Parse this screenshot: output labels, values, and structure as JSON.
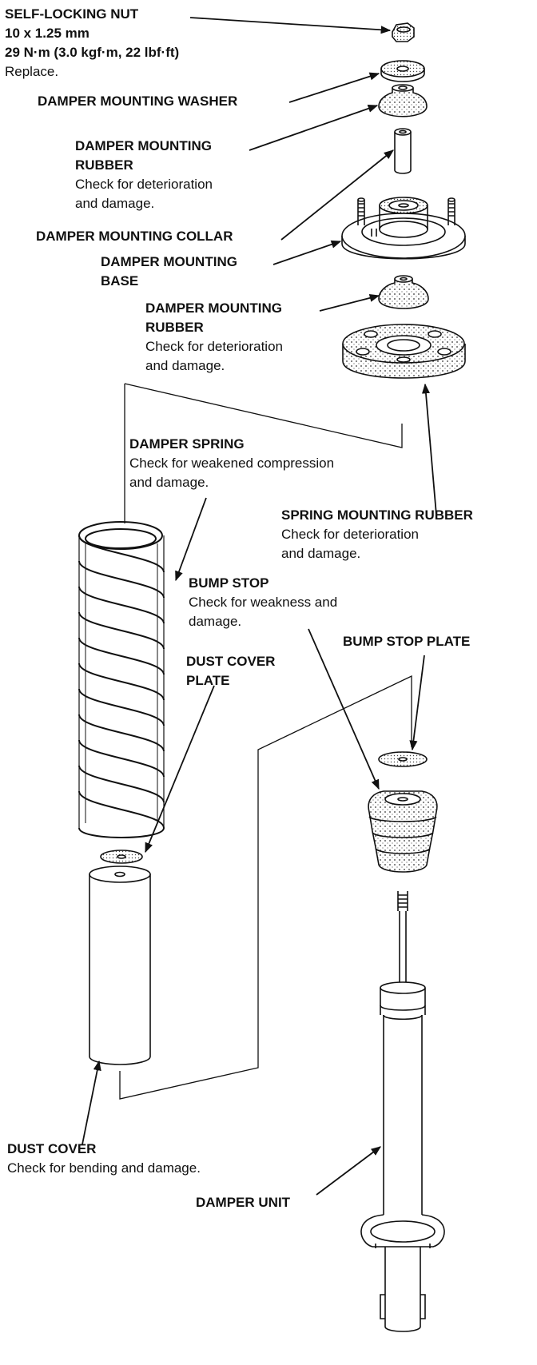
{
  "labels": {
    "self_locking_nut": {
      "title": "SELF-LOCKING NUT",
      "spec_size": "10 x 1.25 mm",
      "spec_torque": "29 N·m (3.0 kgf·m, 22 lbf·ft)",
      "note": "Replace."
    },
    "damper_mounting_washer": {
      "title": "DAMPER MOUNTING WASHER"
    },
    "damper_mounting_rubber_upper": {
      "title_line1": "DAMPER MOUNTING",
      "title_line2": "RUBBER",
      "note_line1": "Check for deterioration",
      "note_line2": "and damage."
    },
    "damper_mounting_collar": {
      "title": "DAMPER MOUNTING COLLAR"
    },
    "damper_mounting_base": {
      "title_line1": "DAMPER MOUNTING",
      "title_line2": "BASE"
    },
    "damper_mounting_rubber_lower": {
      "title_line1": "DAMPER MOUNTING",
      "title_line2": "RUBBER",
      "note_line1": "Check for deterioration",
      "note_line2": "and damage."
    },
    "damper_spring": {
      "title": "DAMPER SPRING",
      "note_line1": "Check for weakened compression",
      "note_line2": "and damage."
    },
    "spring_mounting_rubber": {
      "title": "SPRING MOUNTING RUBBER",
      "note_line1": "Check for deterioration",
      "note_line2": "and damage."
    },
    "bump_stop": {
      "title": "BUMP STOP",
      "note_line1": "Check for weakness and",
      "note_line2": "damage."
    },
    "bump_stop_plate": {
      "title": "BUMP STOP PLATE"
    },
    "dust_cover_plate": {
      "title_line1": "DUST COVER",
      "title_line2": "PLATE"
    },
    "dust_cover": {
      "title": "DUST COVER",
      "note": "Check for bending and damage."
    },
    "damper_unit": {
      "title": "DAMPER UNIT"
    }
  }
}
